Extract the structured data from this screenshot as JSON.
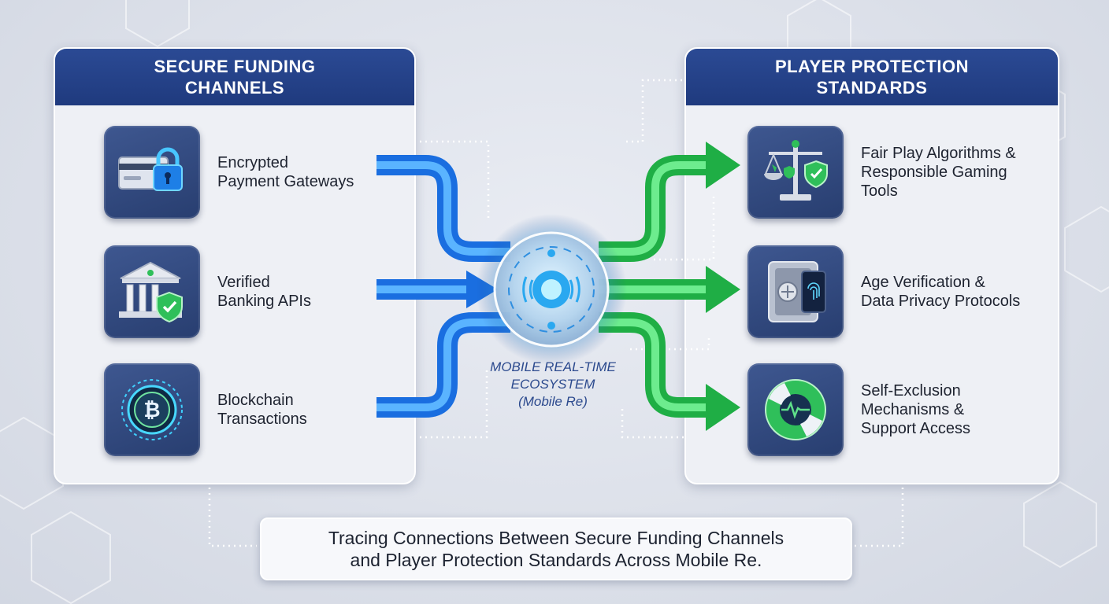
{
  "left_panel": {
    "title_line1": "SECURE FUNDING",
    "title_line2": "CHANNELS",
    "items": [
      {
        "line1": "Encrypted",
        "line2": "Payment Gateways",
        "icon": "card-lock-icon"
      },
      {
        "line1": "Verified",
        "line2": "Banking APIs",
        "icon": "bank-shield-icon"
      },
      {
        "line1": "Blockchain",
        "line2": "Transactions",
        "icon": "bitcoin-chip-icon"
      }
    ]
  },
  "right_panel": {
    "title_line1": "PLAYER PROTECTION",
    "title_line2": "STANDARDS",
    "items": [
      {
        "line1": "Fair Play Algorithms &",
        "line2": "Responsible Gaming",
        "line3": "Tools",
        "icon": "scales-shield-icon"
      },
      {
        "line1": "Age Verification &",
        "line2": "Data Privacy Protocols",
        "icon": "vault-fingerprint-icon"
      },
      {
        "line1": "Self-Exclusion",
        "line2": "Mechanisms &",
        "line3": "Support Access",
        "icon": "lifebuoy-heartbeat-icon"
      }
    ]
  },
  "hub": {
    "line1": "MOBILE REAL-TIME",
    "line2": "ECOSYSTEM",
    "line3": "(Mobile Re)"
  },
  "caption": {
    "line1": "Tracing Connections Between Secure Funding Channels",
    "line2": "and Player Protection Standards Across Mobile Re."
  },
  "colors": {
    "header_navy": "#1f3a7e",
    "funding_blue": "#1f7cf0",
    "protection_green": "#2fd45a",
    "hub_glow": "#5fd8ff"
  }
}
